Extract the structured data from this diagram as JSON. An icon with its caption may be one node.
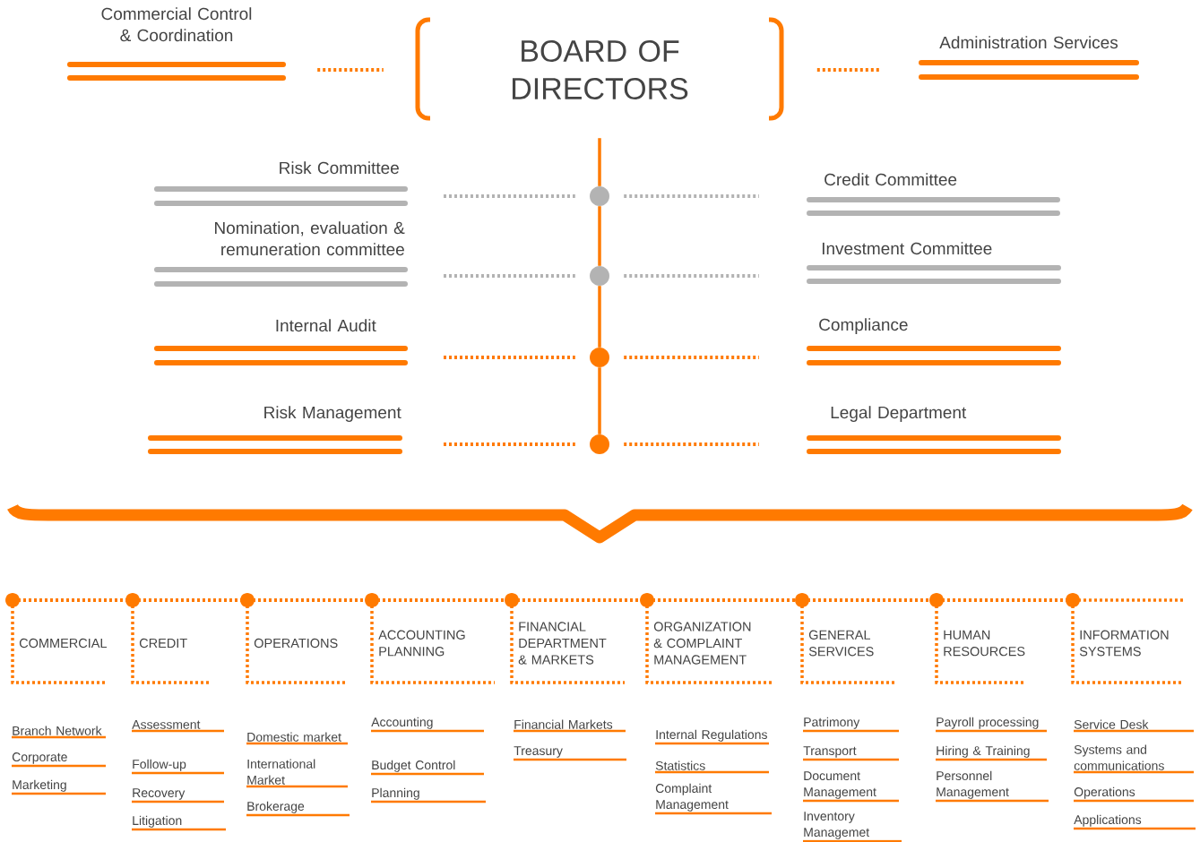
{
  "diagram": {
    "nodes": [
      {
        "text": [
          "Commercial Control & Coordination"
        ]
      },
      {
        "text": [
          "BOARD OF DIRECTORS"
        ]
      },
      {
        "text": [
          "Administration Services"
        ]
      },
      {
        "text": [
          "Risk Committee"
        ]
      },
      {
        "text": [],
        "shape": "circle"
      },
      {
        "text": [
          "Credit Committee"
        ]
      },
      {
        "text": [
          "Nomination, evaluation & remuneration committee"
        ]
      },
      {
        "text": [],
        "shape": "circle"
      },
      {
        "text": [
          "Investment Committee"
        ]
      },
      {
        "text": [
          "Internal Audit"
        ]
      },
      {
        "text": [],
        "shape": "circle"
      },
      {
        "text": [
          "Compliance"
        ]
      },
      {
        "text": [
          "Risk Management"
        ]
      },
      {
        "text": [],
        "shape": "circle"
      },
      {
        "text": [
          "Legal Department"
        ]
      },
      {
        "text": [
          "COMMERCIAL"
        ]
      },
      {
        "text": [
          "CREDIT"
        ]
      },
      {
        "text": [
          "OPERATIONS"
        ]
      },
      {
        "text": [
          "ACCOUNTING PLANNING"
        ]
      },
      {
        "text": [
          "FINANCIAL DEPARTMENT & MARKETS"
        ]
      },
      {
        "text": [
          "ORGANIZATION & COMPLAINT MANAGEMENT"
        ]
      },
      {
        "text": [
          "GENERAL SERVICES"
        ]
      },
      {
        "text": [
          "HUMAN RESOURCES"
        ]
      },
      {
        "text": [
          "INFORMATION SYSTEMS"
        ]
      }
    ],
    "edges": [
      {
        "from": 0,
        "to": 1,
        "arrow": "none",
        "style": "dashed"
      },
      {
        "from": 2,
        "to": 1,
        "arrow": "none",
        "style": "dashed"
      },
      {
        "from": 1,
        "to": 4,
        "arrow": "none"
      },
      {
        "from": 4,
        "to": 7,
        "arrow": "none"
      },
      {
        "from": 7,
        "to": 10,
        "arrow": "none"
      },
      {
        "from": 10,
        "to": 13,
        "arrow": "none"
      },
      {
        "from": 3,
        "to": 4,
        "arrow": "none",
        "style": "dashed",
        "color": "#b3b3b3"
      },
      {
        "from": 4,
        "to": 5,
        "arrow": "none",
        "style": "dashed",
        "color": "#b3b3b3"
      },
      {
        "from": 6,
        "to": 7,
        "arrow": "none",
        "style": "dashed",
        "color": "#b3b3b3"
      },
      {
        "from": 7,
        "to": 8,
        "arrow": "none",
        "style": "dashed",
        "color": "#b3b3b3"
      },
      {
        "from": 9,
        "to": 10,
        "arrow": "none",
        "style": "dashed"
      },
      {
        "from": 10,
        "to": 11,
        "arrow": "none",
        "style": "dashed"
      },
      {
        "from": 12,
        "to": 13,
        "arrow": "none",
        "style": "dashed"
      },
      {
        "from": 13,
        "to": 14,
        "arrow": "none",
        "style": "dashed"
      },
      {
        "from": 15,
        "to": 16,
        "arrow": "none",
        "style": "dashed"
      },
      {
        "from": 16,
        "to": 17,
        "arrow": "none",
        "style": "dashed"
      },
      {
        "from": 17,
        "to": 18,
        "arrow": "none",
        "style": "dashed"
      },
      {
        "from": 18,
        "to": 19,
        "arrow": "none",
        "style": "dashed"
      },
      {
        "from": 19,
        "to": 20,
        "arrow": "none",
        "style": "dashed"
      },
      {
        "from": 20,
        "to": 21,
        "arrow": "none",
        "style": "dashed"
      },
      {
        "from": 21,
        "to": 22,
        "arrow": "none",
        "style": "dashed"
      },
      {
        "from": 22,
        "to": 23,
        "arrow": "none",
        "style": "dashed"
      }
    ],
    "labels": [
      "Branch Network",
      "Corporate",
      "Marketing",
      "Assessment",
      "Follow-up",
      "Recovery",
      "Litigation",
      "Domestic market",
      "International Market",
      "Brokerage",
      "Accounting",
      "Budget Control",
      "Planning",
      "Financial Markets",
      "Treasury",
      "Internal Regulations",
      "Statistics",
      "Complaint Management",
      "Patrimony",
      "Transport",
      "Document Management",
      "Inventory Managemet",
      "Payroll processing",
      "Hiring & Training",
      "Personnel Management",
      "Service Desk",
      "Systems and communications",
      "Operations",
      "Applications"
    ]
  }
}
